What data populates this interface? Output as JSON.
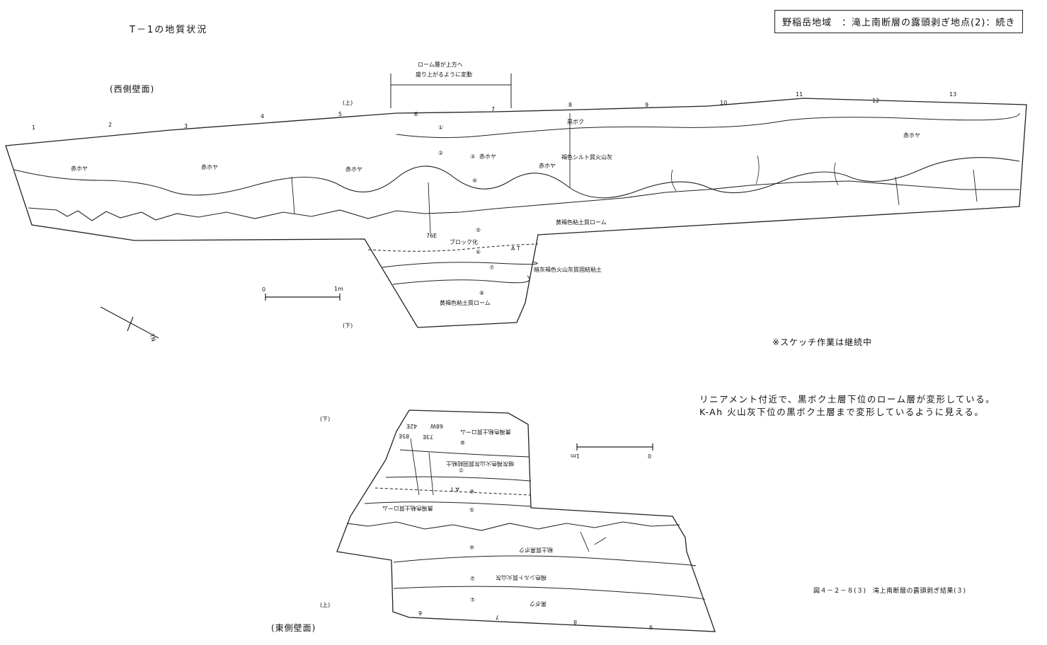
{
  "title": "T－1の地質状況",
  "header_box": "野稲岳地域　：滝上南断層の露頭剥ぎ地点(2)：続き",
  "west": {
    "label": "(西側壁面)",
    "top_marker": "(上)",
    "bottom_marker": "(下)",
    "deformation_note": [
      "ローム層が上方へ",
      "盛り上がるように変動"
    ],
    "ticks": [
      "1",
      "2",
      "3",
      "4",
      "5",
      "6",
      "7",
      "8",
      "9",
      "10",
      "11",
      "12",
      "13"
    ],
    "unit_labels": {
      "u1": "①",
      "u2": "②",
      "u3": "③",
      "u4": "④",
      "u5": "⑤",
      "u6": "⑥",
      "u7": "⑦",
      "u8": "⑧"
    },
    "layers": {
      "kuroboku": "黒ボク",
      "akahoya": "赤ホヤ",
      "kasshoku_silt": "褐色シルト質火山灰",
      "loam": "黄褐色粘土質ローム",
      "block": "ブロック化",
      "at": "A T",
      "ankaishoku": "暗灰褐色火山灰質固結粘土",
      "loam_lower": "黄褐色粘土質ローム"
    },
    "measure": "76E",
    "scale": {
      "zero": "0",
      "one": "1m"
    },
    "north": "TN"
  },
  "sketch_note": "※スケッチ作業は継続中",
  "observation": [
    "リニアメント付近で、黒ボク土層下位のローム層が変形している。",
    "K-Ah 火山灰下位の黒ボク土層まで変形しているように見える。"
  ],
  "east": {
    "label": "(東側壁面)",
    "top_marker": "(上)",
    "bottom_marker": "(下)",
    "ticks": [
      "6",
      "7",
      "8",
      "9"
    ],
    "layers": {
      "loam_top": "黄褐色粘土質ローム",
      "ankaishoku": "暗灰褐色火山灰質固結粘土",
      "at": "A T",
      "loam": "黄褐色粘土質ローム",
      "kuroboku_clay": "粘土質黒ボク",
      "kasshoku": "褐色シルト質火山灰",
      "kuroboku": "黒ボク"
    },
    "measures": [
      "42E",
      "68W",
      "73E",
      "85E"
    ],
    "unit_labels": {
      "u1": "①",
      "u2": "②",
      "u4": "④",
      "u5": "⑤",
      "u6": "⑥",
      "u7": "⑦",
      "u8": "⑧"
    },
    "scale": {
      "zero": "0",
      "one": "1m"
    }
  },
  "figure_caption": "図４－２－８(３)　滝上南断層の露頭剥ぎ結果(３)"
}
